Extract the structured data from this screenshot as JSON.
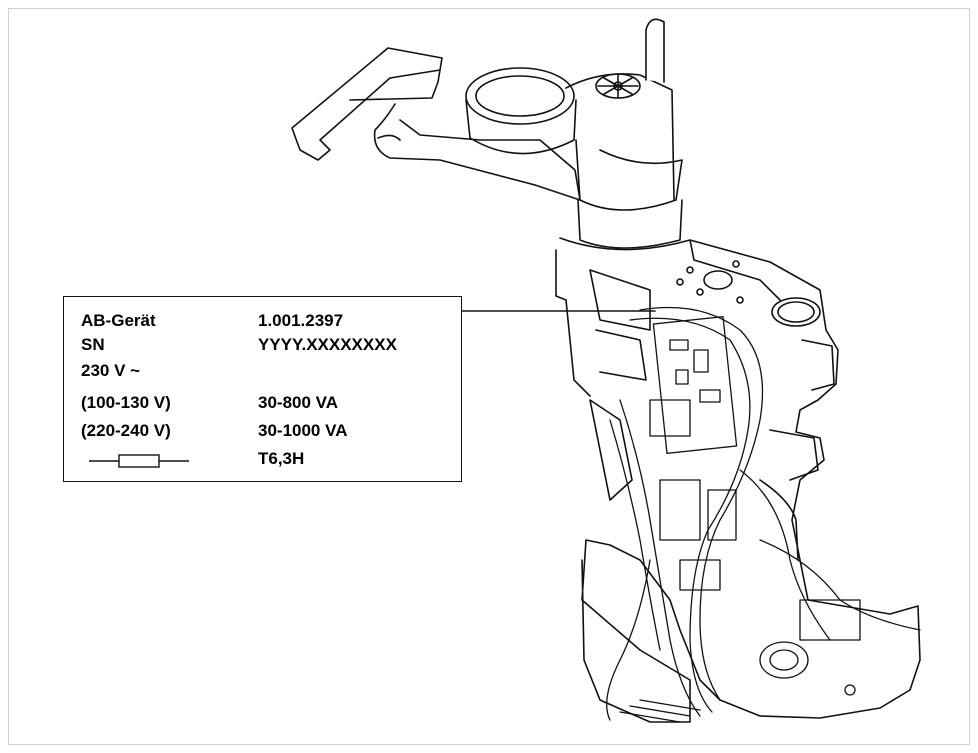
{
  "label": {
    "rows": [
      {
        "key": "AB-Gerät",
        "value": "1.001.2397"
      },
      {
        "key": "SN",
        "value": "YYYY.XXXXXXXX"
      },
      {
        "key": "230 V ~",
        "value": ""
      },
      {
        "key": "(100-130 V)",
        "value": "30-800 VA"
      },
      {
        "key": "(220-240 V)",
        "value": "30-1000 VA"
      },
      {
        "key": "",
        "value": "T6,3H"
      }
    ],
    "fuse_icon": "fuse-symbol-icon"
  },
  "colors": {
    "line": "#111111",
    "frame": "#cfcfcf"
  }
}
